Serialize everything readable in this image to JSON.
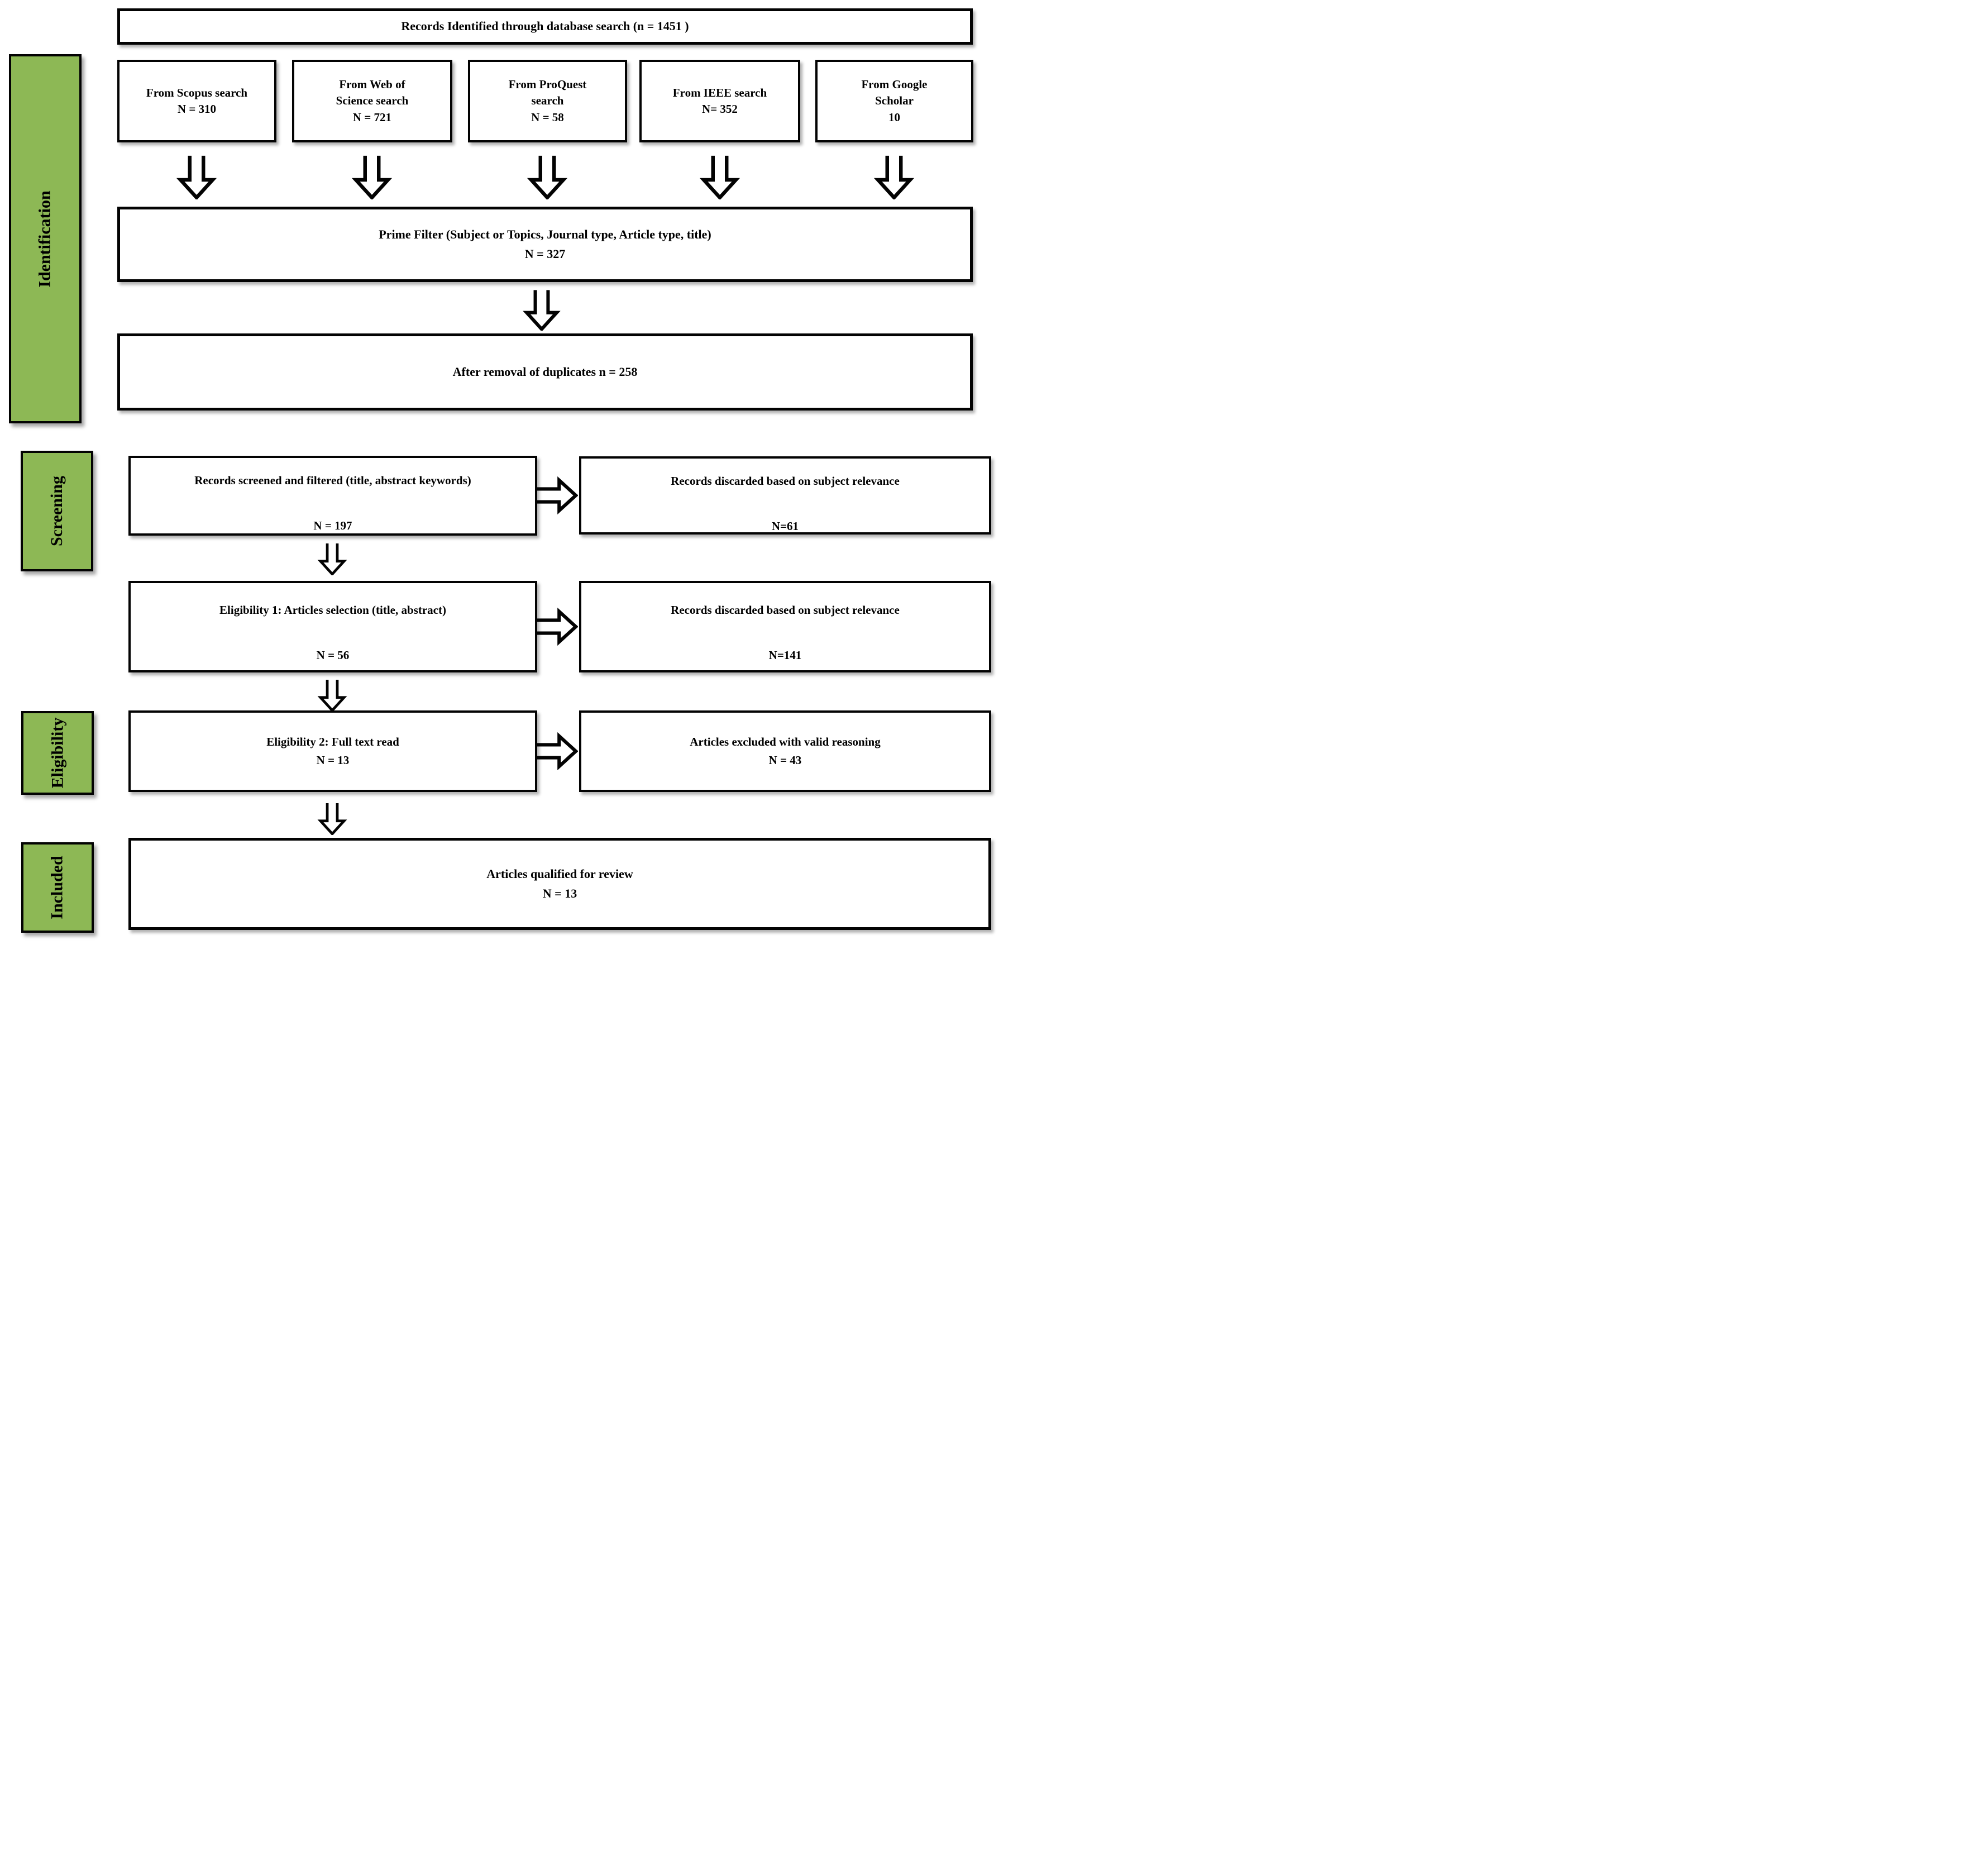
{
  "stages": [
    {
      "label": "Identification"
    },
    {
      "label": "Screening"
    },
    {
      "label": "Eligibility"
    },
    {
      "label": "Included"
    }
  ],
  "top_box": {
    "text": "Records Identified through database search (n = 1451 )"
  },
  "sources": [
    {
      "text": "From Scopus search\nN = 310"
    },
    {
      "text": "From Web of\nScience search\nN = 721"
    },
    {
      "text": "From ProQuest\nsearch\nN = 58"
    },
    {
      "text": "From IEEE search\nN= 352"
    },
    {
      "text": "From Google\nScholar\n10"
    }
  ],
  "prime_filter": {
    "label": "Prime Filter (Subject or Topics, Journal type, Article type, title)",
    "count": "N = 327"
  },
  "dedup": {
    "text": "After removal of duplicates n = 258"
  },
  "flow": [
    {
      "label": "Records screened and filtered (title, abstract keywords)",
      "count": "N = 197"
    },
    {
      "label": "Eligibility 1: Articles selection (title, abstract)",
      "count": "N = 56"
    },
    {
      "label": "Eligibility 2: Full text read",
      "count": "N = 13"
    }
  ],
  "excluded": [
    {
      "label": "Records discarded based on subject relevance",
      "count": "N=61"
    },
    {
      "label": "Records discarded based on subject relevance",
      "count": "N=141"
    },
    {
      "label": "Articles excluded with valid reasoning",
      "count": "N = 43"
    }
  ],
  "included_box": {
    "label": "Articles qualified for review",
    "count": "N = 13"
  },
  "colors": {
    "stage_fill": "#8db855",
    "border": "#030303",
    "box_fill": "#ffffff"
  }
}
